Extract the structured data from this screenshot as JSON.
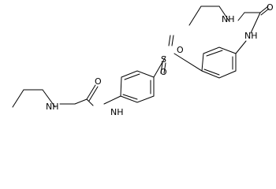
{
  "molecule": {
    "atoms": {
      "o_top_right": "O",
      "nh_top_left": "NH",
      "nh_top_right": "NH",
      "s_center": "S",
      "o_s_top": "O",
      "o_s_bottom": "O",
      "o_bottom_left": "O",
      "nh_bottom_left": "NH",
      "nh_bottom_center": "NH"
    },
    "colors": {
      "bond": "#000000",
      "label": "#000000",
      "background": "#ffffff"
    }
  }
}
